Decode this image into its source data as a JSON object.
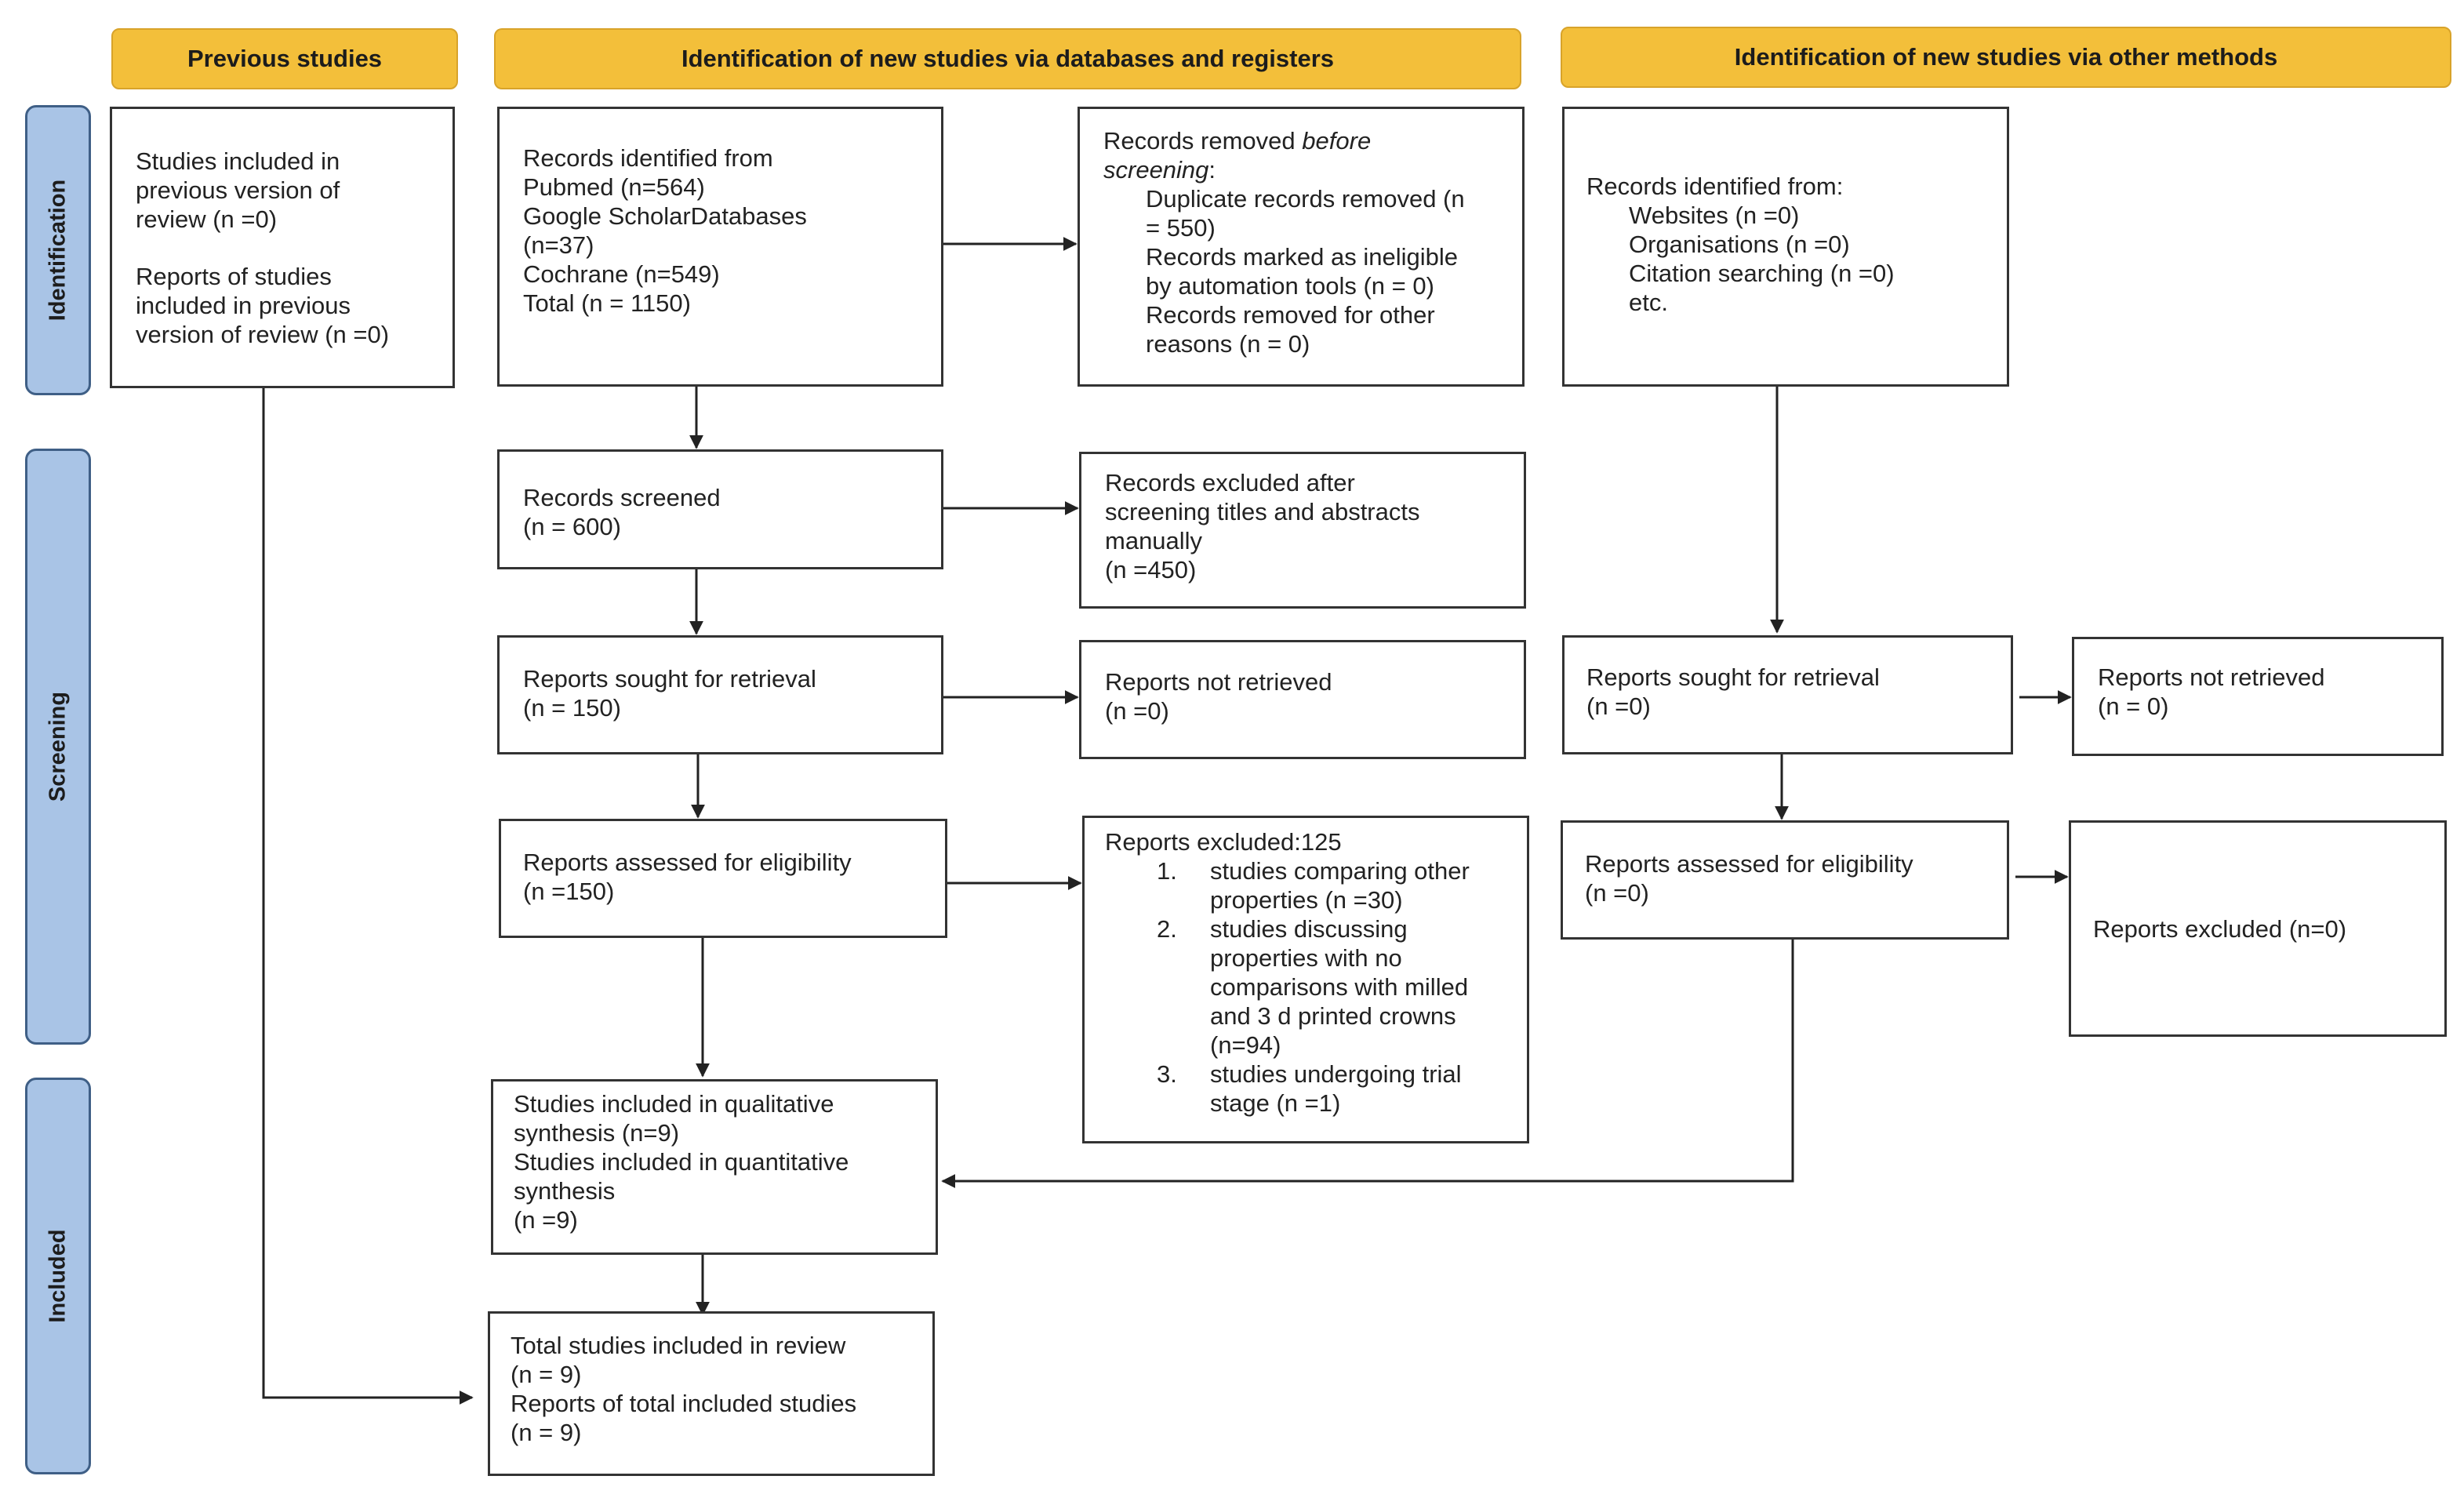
{
  "headers": {
    "previous": "Previous studies",
    "databases": "Identification of new studies via databases and registers",
    "other": "Identification of new studies via other methods"
  },
  "phases": {
    "identification": "Identification",
    "screening": "Screening",
    "included": "Included"
  },
  "previous_studies": {
    "studies_included": [
      "Studies included in",
      "previous version of",
      "review (n =0)"
    ],
    "reports_included": [
      "Reports of studies",
      "included in previous",
      "version of review (n =0)"
    ]
  },
  "db_identified": [
    "Records identified from",
    "Pubmed (n=564)",
    "Google ScholarDatabases",
    "(n=37)",
    "Cochrane (n=549)",
    "Total (n = 1150)"
  ],
  "db_removed": {
    "title_plain": "Records removed ",
    "title_italic": "before",
    "title_italic2": "screening",
    "title_colon": ":",
    "items": [
      "Duplicate records removed (n",
      "= 550)",
      "Records marked as ineligible",
      "by automation tools (n = 0)",
      "Records removed for other",
      "reasons (n = 0)"
    ]
  },
  "db_screened": [
    "Records screened",
    "(n = 600)"
  ],
  "db_excluded_screening": [
    "Records excluded after",
    "screening titles and abstracts",
    "manually",
    "(n =450)"
  ],
  "db_sought": [
    "Reports sought for retrieval",
    "(n = 150)"
  ],
  "db_not_retrieved": [
    "Reports not retrieved",
    "(n =0)"
  ],
  "db_assessed": [
    "Reports assessed for eligibility",
    "(n =150)"
  ],
  "db_reports_excluded": {
    "title": "Reports excluded:125",
    "items": [
      {
        "num": "1.",
        "lines": [
          "studies comparing other",
          "properties (n =30)"
        ]
      },
      {
        "num": "2.",
        "lines": [
          "studies discussing",
          "properties with no",
          "comparisons with milled",
          "and 3 d printed crowns",
          "(n=94)"
        ]
      },
      {
        "num": "3.",
        "lines": [
          "studies undergoing trial",
          "stage (n =1)"
        ]
      }
    ]
  },
  "included_synthesis": [
    "Studies included in qualitative",
    "synthesis (n=9)",
    "Studies included in quantitative",
    "synthesis",
    "(n =9)"
  ],
  "total_included": [
    "Total studies included in review",
    "(n = 9)",
    "Reports of total included studies",
    "(n = 9)"
  ],
  "other_identified": {
    "title": "Records identified from:",
    "items": [
      "Websites (n =0)",
      "Organisations (n =0)",
      "Citation searching (n =0)",
      "etc."
    ]
  },
  "other_sought": [
    "Reports sought for retrieval",
    "(n =0)"
  ],
  "other_not_retrieved": [
    "Reports not retrieved",
    "(n = 0)"
  ],
  "other_assessed": [
    "Reports assessed for eligibility",
    "(n =0)"
  ],
  "other_excluded": "Reports excluded (n=0)"
}
